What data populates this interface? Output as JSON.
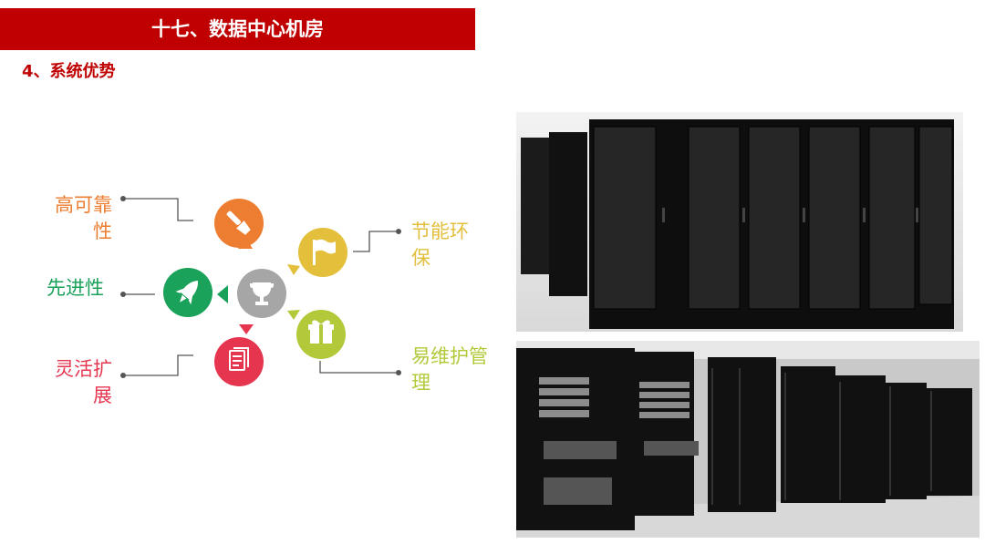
{
  "header": {
    "title": "十七、数据中心机房"
  },
  "section": {
    "subtitle": "4、系统优势"
  },
  "diagram": {
    "center_icon": "trophy-icon",
    "items": [
      {
        "id": "high-reliability",
        "line1": "高可靠",
        "line2": "性",
        "color": "#ed7d31",
        "icon": "brush-icon"
      },
      {
        "id": "advanced",
        "line1": "先进性",
        "line2": "",
        "color": "#1aa15a",
        "icon": "rocket-icon"
      },
      {
        "id": "flexible",
        "line1": "灵活扩",
        "line2": "展",
        "color": "#e6354f",
        "icon": "document-icon"
      },
      {
        "id": "energy-saving",
        "line1": "节能环",
        "line2": "保",
        "color": "#e3bf3c",
        "icon": "flag-icon"
      },
      {
        "id": "easy-maintenance",
        "line1": "易维护管",
        "line2": "理",
        "color": "#b3c93a",
        "icon": "gift-icon"
      }
    ]
  },
  "photos": [
    {
      "id": "server-racks-closed",
      "subject": "black server cabinets"
    },
    {
      "id": "server-racks-open",
      "subject": "open server room racks"
    }
  ]
}
